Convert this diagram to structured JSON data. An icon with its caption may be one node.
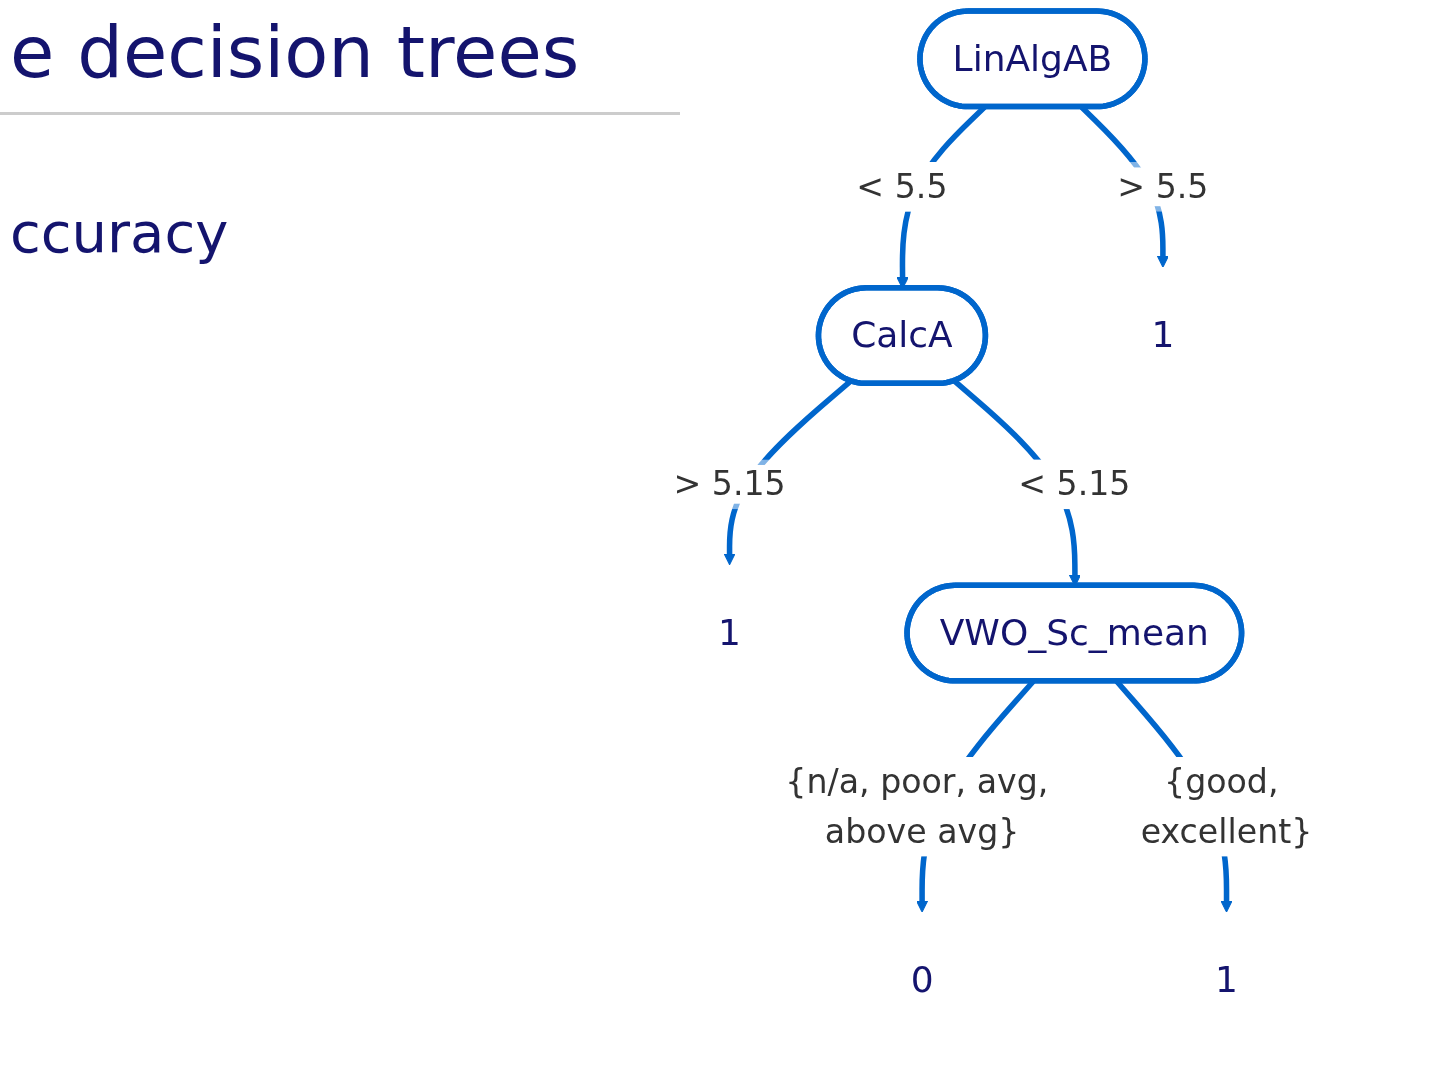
{
  "diagram": {
    "title": "e decision trees",
    "nodes": [
      {
        "text": [
          "LinAlgAB"
        ]
      },
      {
        "text": [
          "CalcA"
        ]
      },
      {
        "text": [
          "1"
        ]
      },
      {
        "text": [
          "1"
        ]
      },
      {
        "text": [
          "VWO_Sc_mean"
        ]
      },
      {
        "text": [
          "0"
        ]
      },
      {
        "text": [
          "1"
        ]
      }
    ],
    "edges": [
      {
        "from": 0,
        "to": 1,
        "arrow": "to",
        "label": "< 5.5"
      },
      {
        "from": 0,
        "to": 2,
        "arrow": "to",
        "label": "> 5.5"
      },
      {
        "from": 1,
        "to": 4,
        "arrow": "to",
        "label": "< 5.15"
      },
      {
        "from": 1,
        "to": 3,
        "arrow": "to",
        "label": "> 5.15"
      },
      {
        "from": 4,
        "to": 5,
        "arrow": "to",
        "label": "{n/a, poor, avg, above avg}"
      },
      {
        "from": 4,
        "to": 6,
        "arrow": "to",
        "label": "{good, excellent}"
      }
    ],
    "labels": [
      "ccuracy"
    ]
  }
}
